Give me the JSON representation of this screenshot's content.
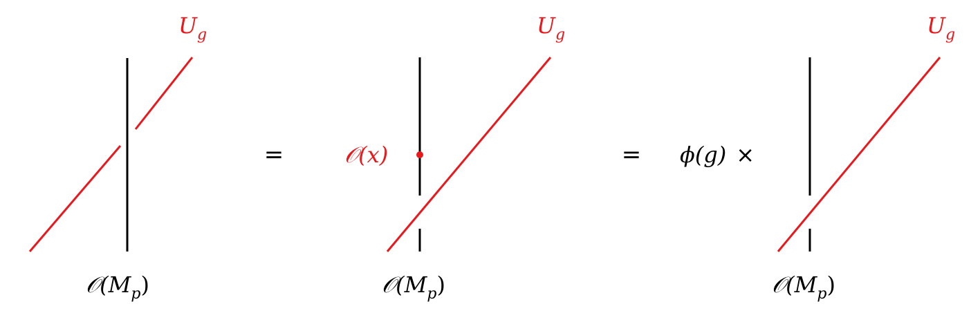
{
  "colors": {
    "ink": "#000000",
    "accent": "#e8191c"
  },
  "panel_1": {
    "u_label": {
      "main": "U",
      "sub": "g"
    },
    "bottom_label": {
      "main": "𝒪(M",
      "sub": "p",
      "tail": ")"
    }
  },
  "relation_1": "=",
  "panel_2": {
    "u_label": {
      "main": "U",
      "sub": "g"
    },
    "point_label": "𝒪(x)",
    "bottom_label": {
      "main": "𝒪(M",
      "sub": "p",
      "tail": ")"
    }
  },
  "relation_2": "=",
  "factor": {
    "phi": "ϕ(g)",
    "times": "×"
  },
  "panel_3": {
    "u_label": {
      "main": "U",
      "sub": "g"
    },
    "bottom_label": {
      "main": "𝒪(M",
      "sub": "p",
      "tail": ")"
    }
  }
}
